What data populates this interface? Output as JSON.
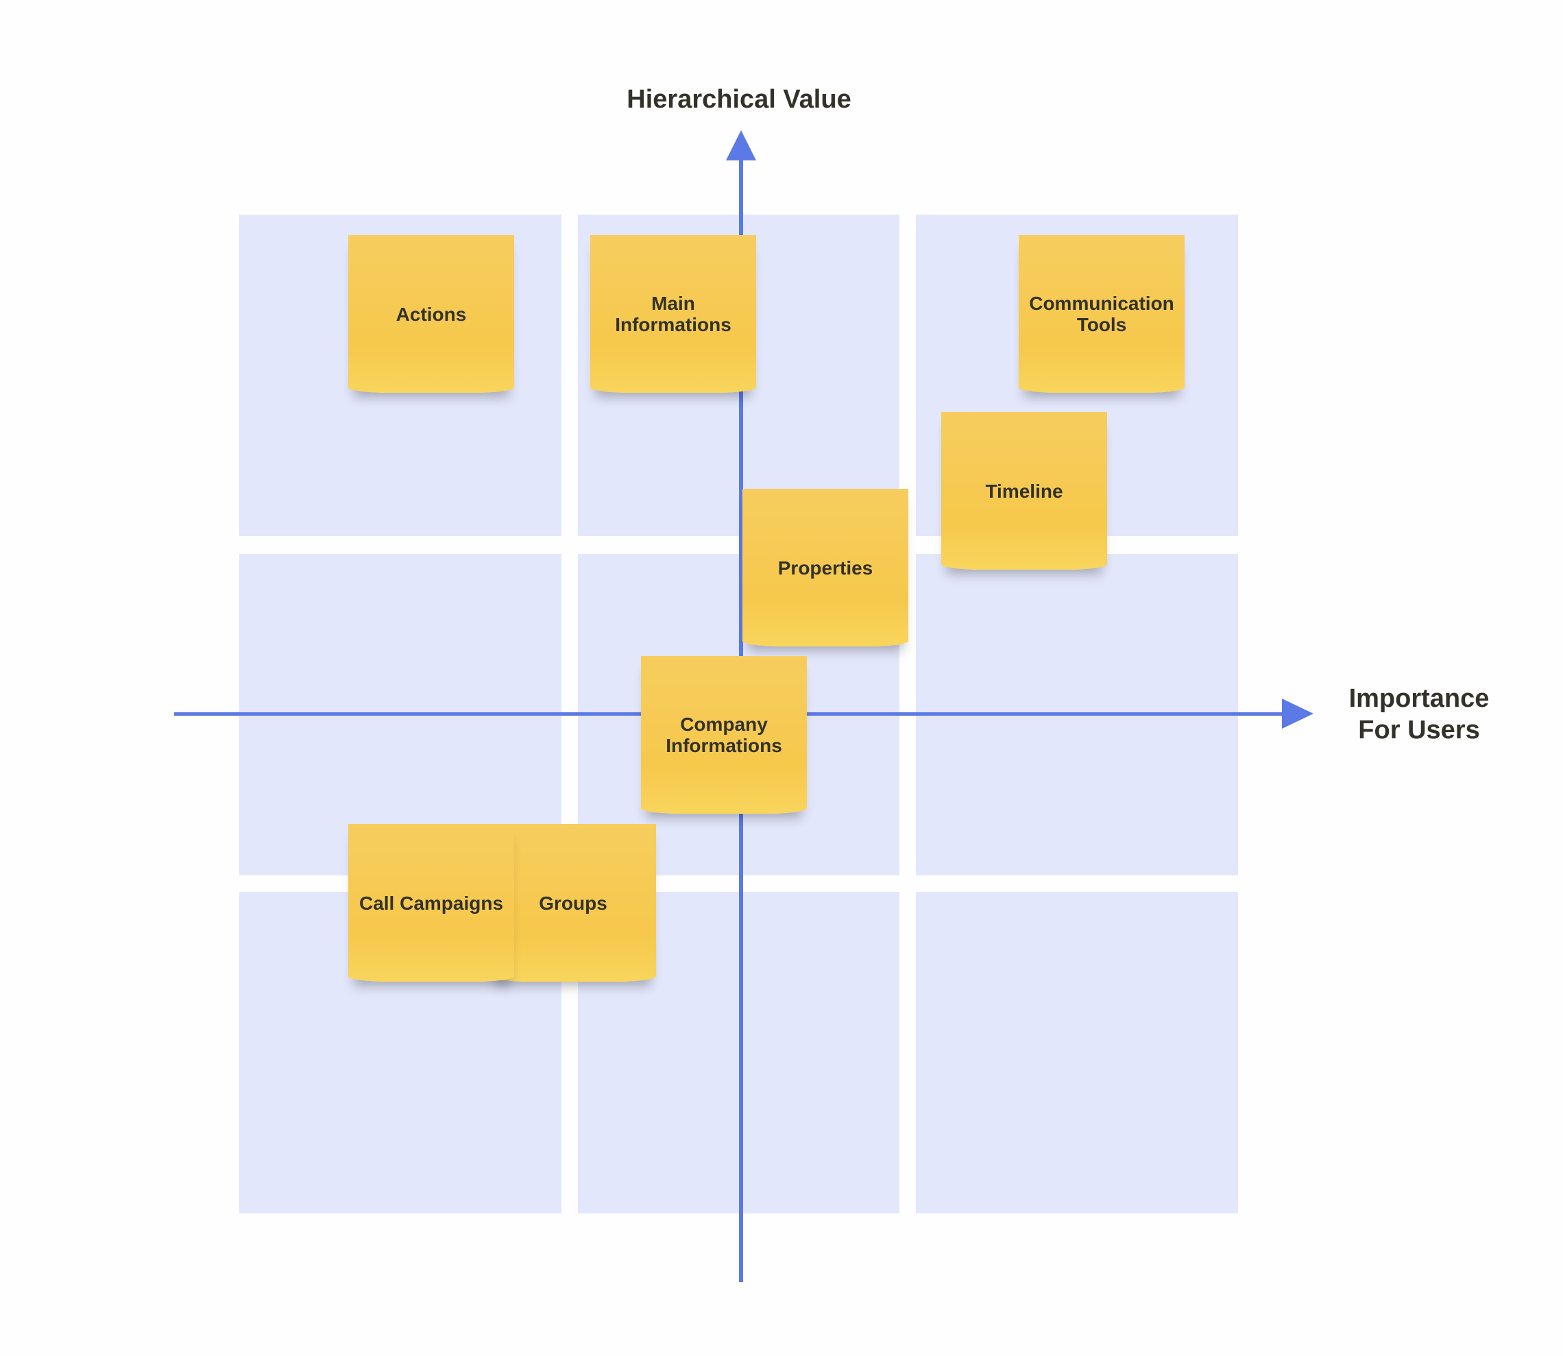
{
  "axes": {
    "y_title": "Hierarchical Value",
    "x_title": "Importance\nFor Users"
  },
  "grid": {
    "rows": 3,
    "columns": 3
  },
  "notes": [
    {
      "name": "note-actions",
      "label": "Actions"
    },
    {
      "name": "note-main-informations",
      "label": "Main\nInformations"
    },
    {
      "name": "note-communication-tools",
      "label": "Communication\nTools"
    },
    {
      "name": "note-timeline",
      "label": "Timeline"
    },
    {
      "name": "note-properties",
      "label": "Properties"
    },
    {
      "name": "note-company-informations",
      "label": "Company\nInformations"
    },
    {
      "name": "note-groups",
      "label": "Groups"
    },
    {
      "name": "note-call-campaigns",
      "label": "Call Campaigns"
    }
  ],
  "colors": {
    "axis": "#5b7ae6",
    "cell": "#e3e7fb",
    "note": "#f6c84c",
    "text": "#33322a"
  }
}
